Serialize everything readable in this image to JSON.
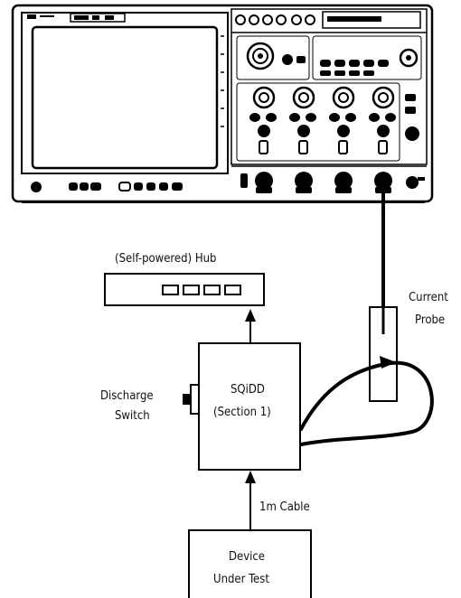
{
  "diagram": {
    "hub_label": "(Self-powered) Hub",
    "current_probe_label_line1": "Current",
    "current_probe_label_line2": "Probe",
    "discharge_label_line1": "Discharge",
    "discharge_label_line2": "Switch",
    "sqidd_label_line1": "SQiDD",
    "sqidd_label_line2": "(Section 1)",
    "cable_label": "1m Cable",
    "device_label_line1": "Device",
    "device_label_line2": "Under Test"
  },
  "colors": {
    "ink": "#000000",
    "paper": "#ffffff"
  },
  "icons": {
    "oscilloscope": "oscilloscope-icon",
    "hub_ports": "usb-port-icon",
    "knob": "knob-icon"
  }
}
